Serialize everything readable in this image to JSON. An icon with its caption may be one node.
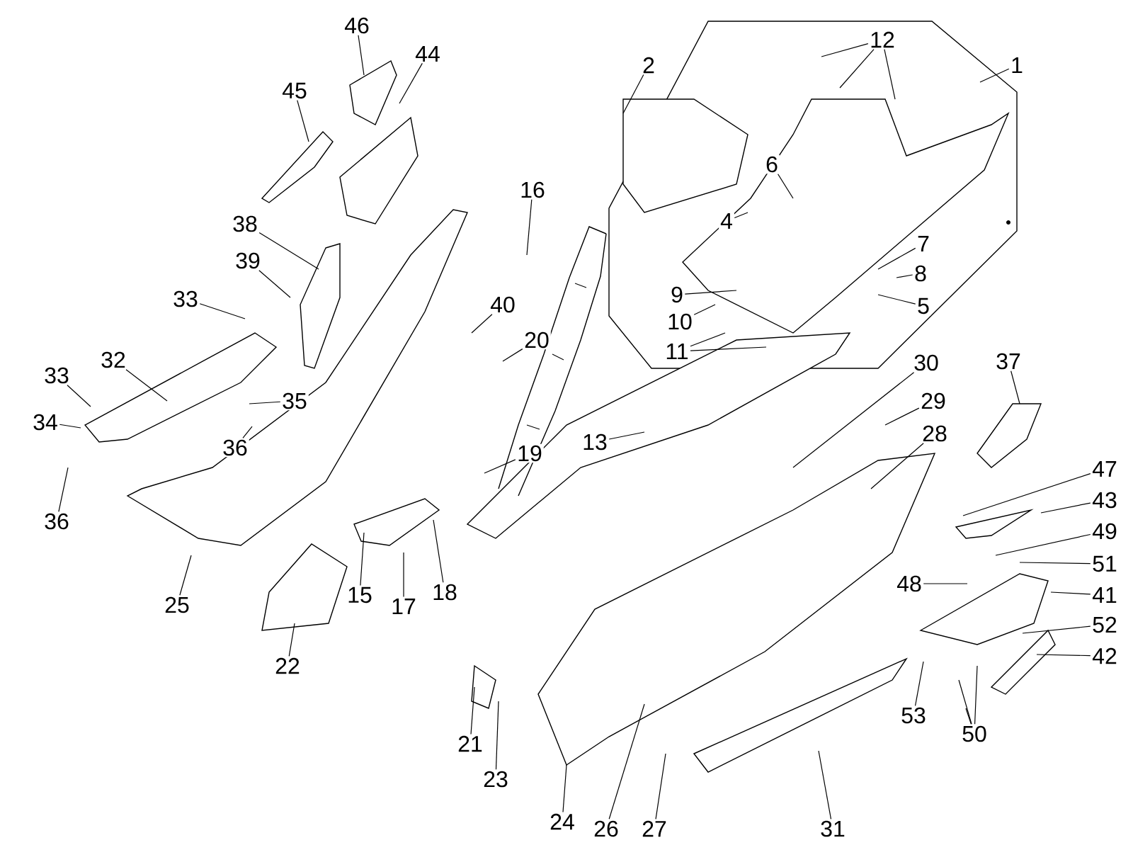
{
  "diagram": {
    "nodes": [
      {
        "text": [
          "1"
        ]
      },
      {
        "text": [
          "2"
        ]
      },
      {
        "text": [
          "4"
        ]
      },
      {
        "text": [
          "6"
        ]
      },
      {
        "text": [
          "5"
        ]
      },
      {
        "text": [
          "7"
        ]
      },
      {
        "text": [
          "8"
        ]
      },
      {
        "text": [
          "9"
        ]
      },
      {
        "text": [
          "10"
        ]
      },
      {
        "text": [
          "11"
        ]
      },
      {
        "text": [
          "12"
        ]
      },
      {
        "text": [
          "13"
        ]
      },
      {
        "text": [
          "15"
        ]
      },
      {
        "text": [
          "16"
        ]
      },
      {
        "text": [
          "17"
        ]
      },
      {
        "text": [
          "18"
        ]
      },
      {
        "text": [
          "19"
        ]
      },
      {
        "text": [
          "20"
        ]
      },
      {
        "text": [
          "21"
        ]
      },
      {
        "text": [
          "22"
        ]
      },
      {
        "text": [
          "23"
        ]
      },
      {
        "text": [
          "24"
        ]
      },
      {
        "text": [
          "25"
        ]
      },
      {
        "text": [
          "26"
        ]
      },
      {
        "text": [
          "27"
        ]
      },
      {
        "text": [
          "28"
        ]
      },
      {
        "text": [
          "29"
        ]
      },
      {
        "text": [
          "30"
        ]
      },
      {
        "text": [
          "31"
        ]
      },
      {
        "text": [
          "32"
        ]
      },
      {
        "text": [
          "33"
        ]
      },
      {
        "text": [
          "33"
        ]
      },
      {
        "text": [
          "34"
        ]
      },
      {
        "text": [
          "35"
        ]
      },
      {
        "text": [
          "36"
        ]
      },
      {
        "text": [
          "36"
        ]
      },
      {
        "text": [
          "37"
        ]
      },
      {
        "text": [
          "38"
        ]
      },
      {
        "text": [
          "39"
        ]
      },
      {
        "text": [
          "40"
        ]
      },
      {
        "text": [
          "41"
        ]
      },
      {
        "text": [
          "42"
        ]
      },
      {
        "text": [
          "43"
        ]
      },
      {
        "text": [
          "44"
        ]
      },
      {
        "text": [
          "45"
        ]
      },
      {
        "text": [
          "46"
        ]
      },
      {
        "text": [
          "47"
        ]
      },
      {
        "text": [
          "48"
        ]
      },
      {
        "text": [
          "49"
        ]
      },
      {
        "text": [
          "50"
        ]
      },
      {
        "text": [
          "51"
        ]
      },
      {
        "text": [
          "52"
        ]
      },
      {
        "text": [
          "53"
        ]
      }
    ],
    "edges": [
      {
        "from": 0,
        "to": null,
        "arrow": "none"
      },
      {
        "from": 1,
        "to": null,
        "arrow": "none"
      },
      {
        "from": 2,
        "to": null,
        "arrow": "none"
      },
      {
        "from": 3,
        "to": null,
        "arrow": "none"
      },
      {
        "from": 4,
        "to": null,
        "arrow": "none"
      },
      {
        "from": 5,
        "to": null,
        "arrow": "none"
      },
      {
        "from": 6,
        "to": null,
        "arrow": "none"
      },
      {
        "from": 7,
        "to": null,
        "arrow": "none"
      },
      {
        "from": 8,
        "to": null,
        "arrow": "none"
      },
      {
        "from": 9,
        "to": null,
        "arrow": "none"
      },
      {
        "from": 9,
        "to": null,
        "arrow": "none"
      },
      {
        "from": 10,
        "to": null,
        "arrow": "none"
      },
      {
        "from": 10,
        "to": null,
        "arrow": "none"
      },
      {
        "from": 10,
        "to": null,
        "arrow": "none"
      },
      {
        "from": 11,
        "to": null,
        "arrow": "none"
      },
      {
        "from": 12,
        "to": null,
        "arrow": "none"
      },
      {
        "from": 13,
        "to": null,
        "arrow": "none"
      },
      {
        "from": 14,
        "to": null,
        "arrow": "none"
      },
      {
        "from": 15,
        "to": null,
        "arrow": "none"
      },
      {
        "from": 16,
        "to": null,
        "arrow": "none"
      },
      {
        "from": 17,
        "to": null,
        "arrow": "none"
      },
      {
        "from": 18,
        "to": null,
        "arrow": "none"
      },
      {
        "from": 19,
        "to": null,
        "arrow": "none"
      },
      {
        "from": 20,
        "to": null,
        "arrow": "none"
      },
      {
        "from": 21,
        "to": null,
        "arrow": "none"
      },
      {
        "from": 22,
        "to": null,
        "arrow": "none"
      },
      {
        "from": 23,
        "to": null,
        "arrow": "none"
      },
      {
        "from": 24,
        "to": null,
        "arrow": "none"
      },
      {
        "from": 25,
        "to": null,
        "arrow": "none"
      },
      {
        "from": 26,
        "to": null,
        "arrow": "none"
      },
      {
        "from": 27,
        "to": null,
        "arrow": "none"
      },
      {
        "from": 28,
        "to": null,
        "arrow": "none"
      },
      {
        "from": 29,
        "to": null,
        "arrow": "none"
      },
      {
        "from": 30,
        "to": null,
        "arrow": "none"
      },
      {
        "from": 31,
        "to": null,
        "arrow": "none"
      },
      {
        "from": 32,
        "to": null,
        "arrow": "none"
      },
      {
        "from": 33,
        "to": null,
        "arrow": "none"
      },
      {
        "from": 34,
        "to": null,
        "arrow": "none"
      },
      {
        "from": 35,
        "to": null,
        "arrow": "none"
      },
      {
        "from": 36,
        "to": null,
        "arrow": "none"
      },
      {
        "from": 37,
        "to": null,
        "arrow": "none"
      },
      {
        "from": 38,
        "to": null,
        "arrow": "none"
      },
      {
        "from": 39,
        "to": null,
        "arrow": "none"
      },
      {
        "from": 40,
        "to": null,
        "arrow": "none"
      },
      {
        "from": 41,
        "to": null,
        "arrow": "none"
      },
      {
        "from": 42,
        "to": null,
        "arrow": "none"
      },
      {
        "from": 43,
        "to": null,
        "arrow": "none"
      },
      {
        "from": 44,
        "to": null,
        "arrow": "none"
      },
      {
        "from": 45,
        "to": null,
        "arrow": "none"
      },
      {
        "from": 46,
        "to": null,
        "arrow": "none"
      },
      {
        "from": 47,
        "to": null,
        "arrow": "none"
      },
      {
        "from": 48,
        "to": null,
        "arrow": "none"
      },
      {
        "from": 49,
        "to": null,
        "arrow": "none"
      },
      {
        "from": 49,
        "to": null,
        "arrow": "none"
      },
      {
        "from": 49,
        "to": null,
        "arrow": "none"
      },
      {
        "from": 50,
        "to": null,
        "arrow": "none"
      },
      {
        "from": 51,
        "to": null,
        "arrow": "none"
      },
      {
        "from": 52,
        "to": null,
        "arrow": "none"
      }
    ]
  }
}
